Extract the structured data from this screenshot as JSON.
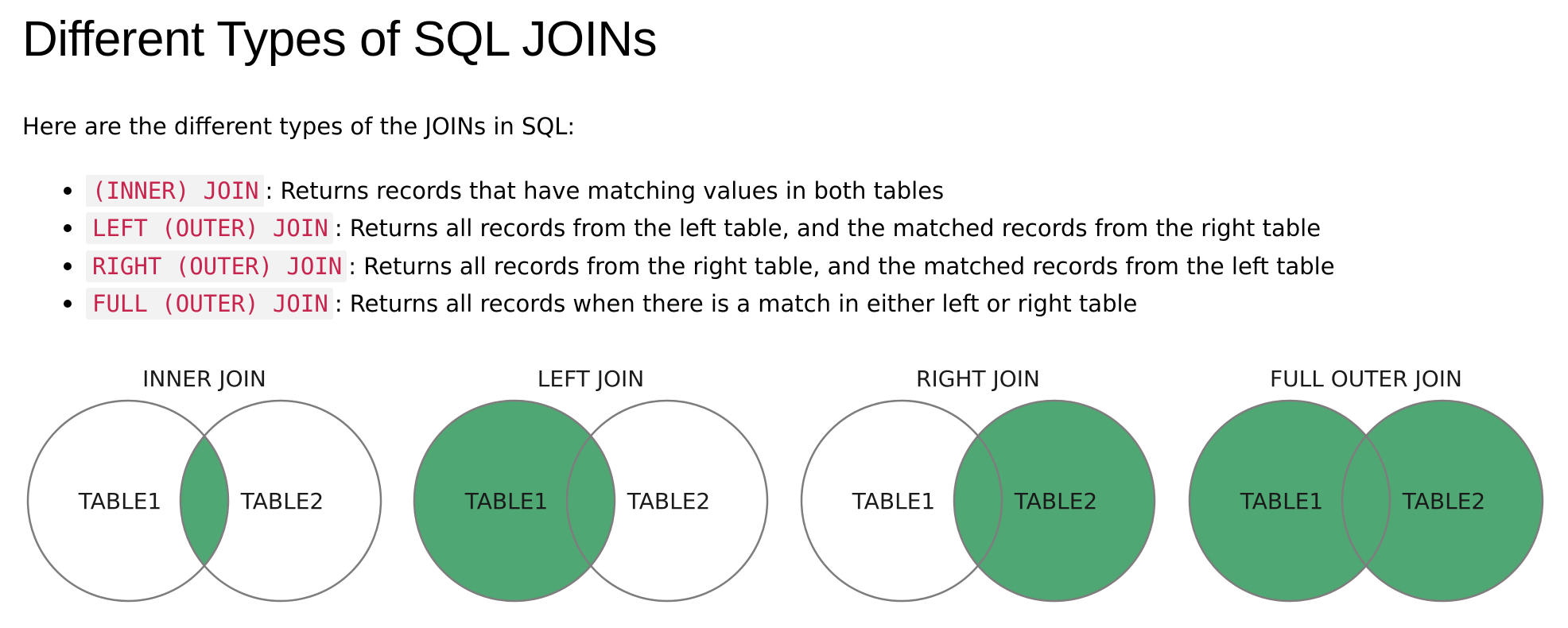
{
  "page": {
    "title": "Different Types of SQL JOINs",
    "intro": "Here are the different types of the JOINs in SQL:"
  },
  "joins": [
    {
      "code": "(INNER) JOIN",
      "description": ": Returns records that have matching values in both tables"
    },
    {
      "code": "LEFT (OUTER) JOIN",
      "description": ": Returns all records from the left table, and the matched records from the right table"
    },
    {
      "code": "RIGHT (OUTER) JOIN",
      "description": ": Returns all records from the right table, and the matched records from the left table"
    },
    {
      "code": "FULL (OUTER) JOIN",
      "description": ": Returns all records when there is a match in either left or right table"
    }
  ],
  "diagrams": [
    {
      "title": "INNER JOIN",
      "left_label": "TABLE1",
      "right_label": "TABLE2",
      "fill": "inner"
    },
    {
      "title": "LEFT JOIN",
      "left_label": "TABLE1",
      "right_label": "TABLE2",
      "fill": "left"
    },
    {
      "title": "RIGHT JOIN",
      "left_label": "TABLE1",
      "right_label": "TABLE2",
      "fill": "right"
    },
    {
      "title": "FULL OUTER JOIN",
      "left_label": "TABLE1",
      "right_label": "TABLE2",
      "fill": "full"
    }
  ],
  "colors": {
    "fill": "#4fa874",
    "stroke": "#7d7d7d",
    "code_text": "#c7254e",
    "code_background": "#f2f2f2"
  }
}
